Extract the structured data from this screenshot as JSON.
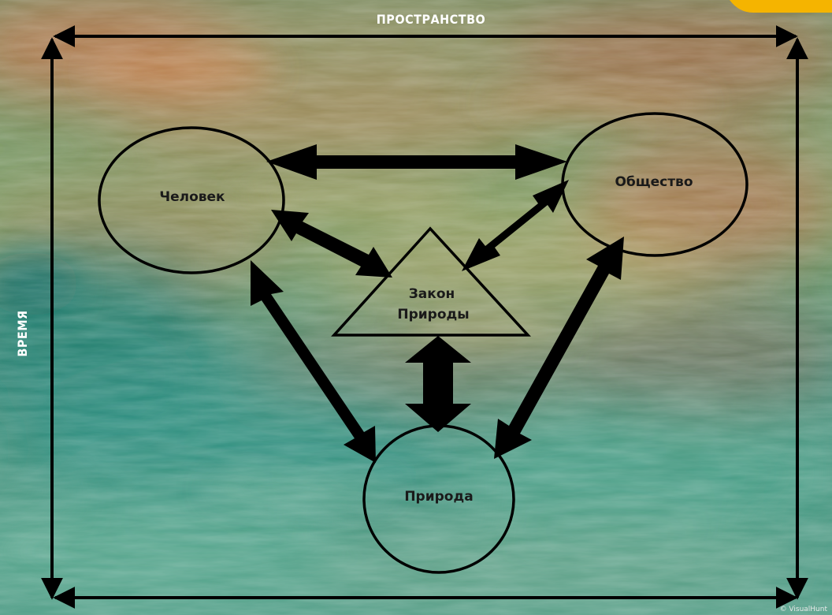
{
  "diagram": {
    "axes": {
      "top_label": "ПРОСТРАНСТВО",
      "left_label": "ВРЕМЯ"
    },
    "nodes": {
      "human": {
        "label": "Человек"
      },
      "society": {
        "label": "Общество"
      },
      "nature": {
        "label": "Природа"
      },
      "law": {
        "line1": "Закон",
        "line2": "Природы"
      }
    },
    "credit": "© VisualHunt"
  },
  "colors": {
    "stroke": "#000000",
    "axis_text": "#ffffff",
    "corner_accent": "#f5b400"
  }
}
